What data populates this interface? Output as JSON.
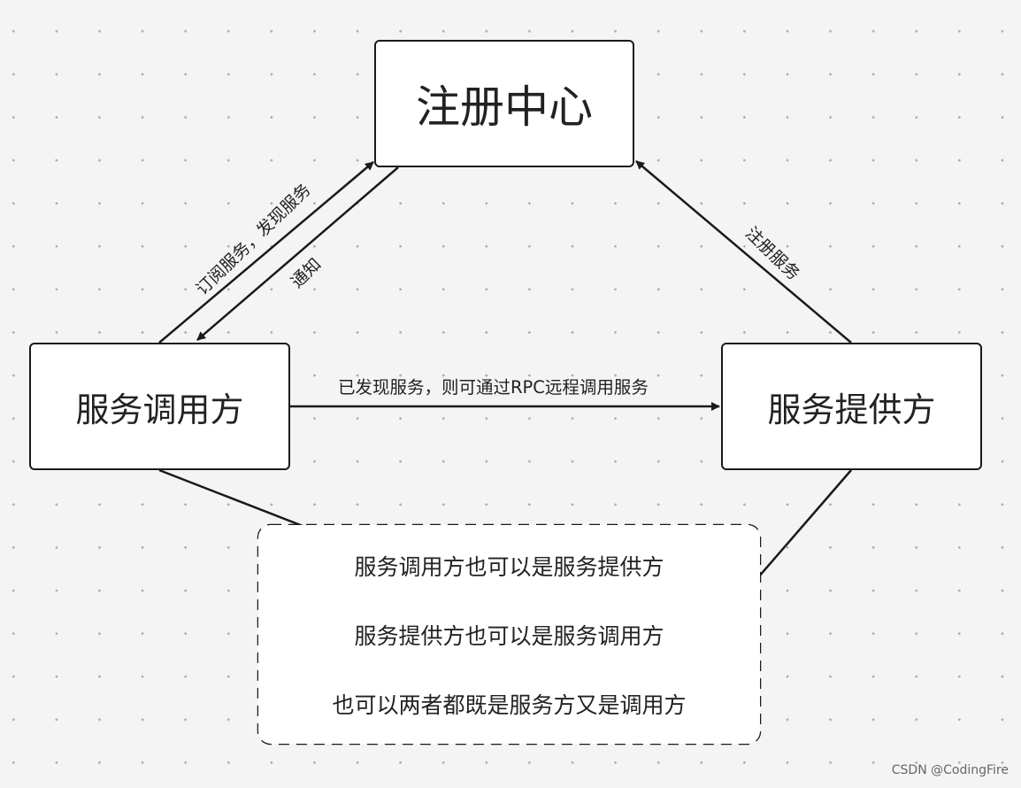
{
  "nodes": {
    "registry": "注册中心",
    "consumer": "服务调用方",
    "provider": "服务提供方"
  },
  "edge_labels": {
    "subscribe": "订阅服务，发现服务",
    "notify": "通知",
    "register": "注册服务",
    "call": "已发现服务，则可通过RPC远程调用服务"
  },
  "notes": [
    "服务调用方也可以是服务提供方",
    "服务提供方也可以是服务调用方",
    "也可以两者都既是服务方又是调用方"
  ],
  "watermark": "CSDN @CodingFire",
  "colors": {
    "background": "#f4f4f5",
    "dot": "#a9a9ad",
    "stroke": "#1a1a1a",
    "box_fill": "#ffffff"
  }
}
